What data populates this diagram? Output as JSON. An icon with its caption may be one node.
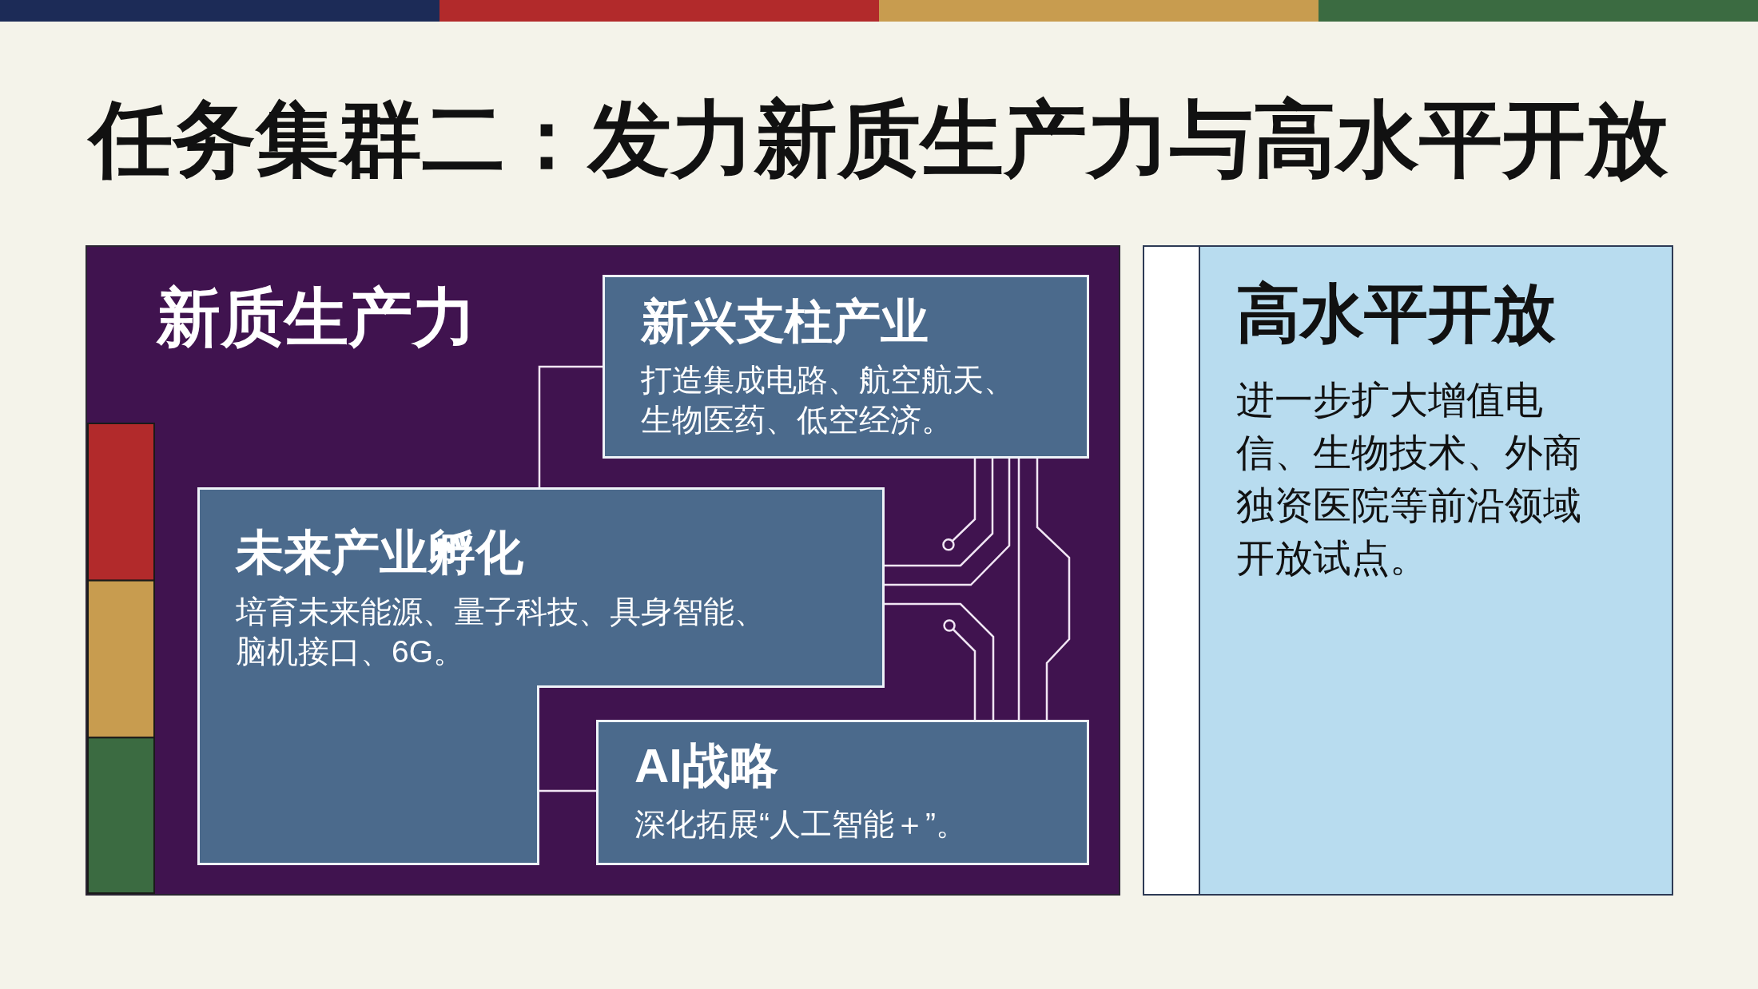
{
  "diagram": {
    "title": "任务集群二：发力新质生产力与高水平开放",
    "nodes": [
      {
        "text": [
          "新质生产力"
        ]
      },
      {
        "text": [
          "新兴支柱产业",
          "打造集成电路、航空航天、生物医药、低空经济。"
        ],
        "in": 0
      },
      {
        "text": [
          "未来产业孵化",
          "培育未来能源、量子科技、具身智能、脑机接口、6G。"
        ],
        "in": 0
      },
      {
        "text": [
          "AI战略",
          "深化拓展“人工智能＋”。"
        ],
        "in": 0
      },
      {
        "text": [
          "高水平开放",
          "进一步扩大增值电信、生物技术、外商独资医院等前沿领域开放试点。"
        ]
      }
    ],
    "edges": [
      {
        "from": 2,
        "to": 1,
        "arrow": "none"
      },
      {
        "from": 2,
        "to": 3,
        "arrow": "none"
      },
      {
        "from": 1,
        "to": 2,
        "arrow": "none"
      },
      {
        "from": 1,
        "to": 2,
        "arrow": "none"
      },
      {
        "from": 1,
        "to": 3,
        "arrow": "none"
      },
      {
        "from": 1,
        "to": 3,
        "arrow": "none"
      },
      {
        "from": 2,
        "to": 3,
        "arrow": "none"
      },
      {
        "from": 1,
        "to": null,
        "arrow": "other"
      },
      {
        "from": 3,
        "to": null,
        "arrow": "other"
      }
    ]
  }
}
